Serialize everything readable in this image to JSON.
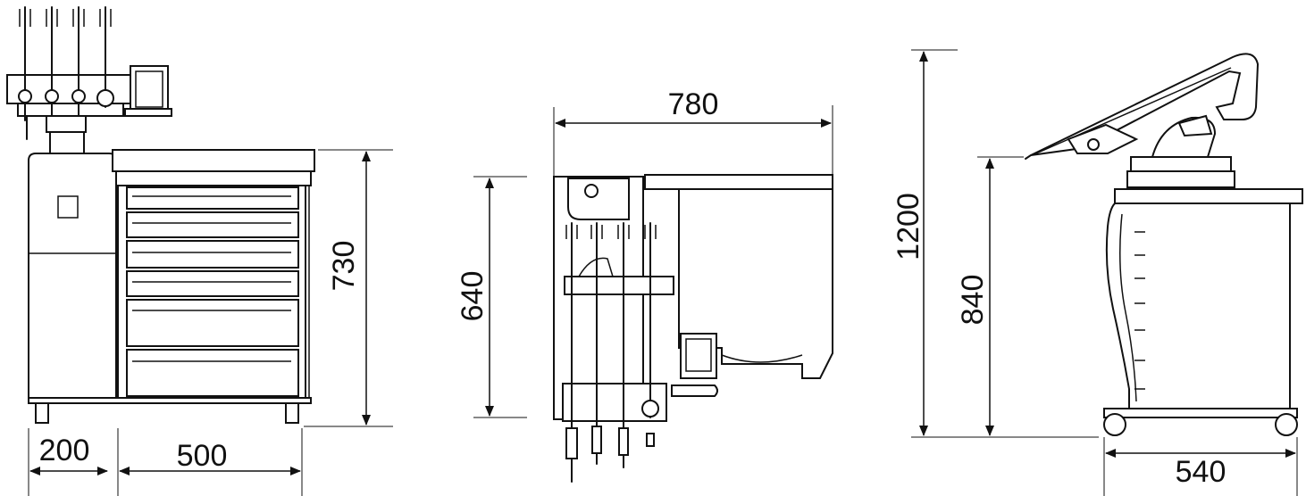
{
  "dimensions": {
    "front_view": {
      "height": "730",
      "left_width": "200",
      "cabinet_width": "500"
    },
    "top_view": {
      "width": "780",
      "height": "640"
    },
    "side_view": {
      "total_height": "1200",
      "table_height": "840",
      "depth": "540"
    }
  }
}
